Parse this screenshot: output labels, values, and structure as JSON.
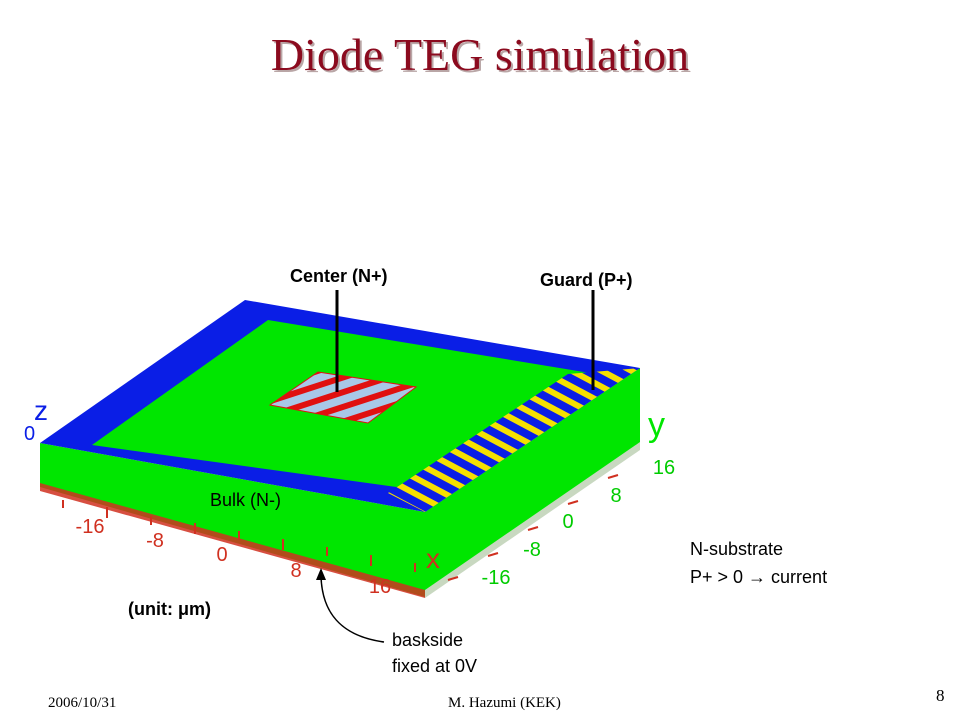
{
  "slide": {
    "title": "Diode TEG simulation",
    "date": "2006/10/31",
    "author": "M. Hazumi (KEK)",
    "page_number": "8"
  },
  "diagram": {
    "labels": {
      "center": "Center (N+)",
      "guard": "Guard (P+)",
      "bulk": "Bulk (N-)",
      "unit": "(unit: μm)",
      "backside_line1": "baskside",
      "backside_line2": "fixed at 0V",
      "note_line1": "N-substrate",
      "note_line2": "P+ > 0 → current"
    },
    "axes": {
      "x_name": "x",
      "y_name": "y",
      "z_name": "z",
      "z_tick": "0",
      "x_ticks": [
        "-16",
        "-8",
        "0",
        "8",
        "16"
      ],
      "y_ticks": [
        "-16",
        "-8",
        "0",
        "8",
        "16"
      ]
    },
    "colors": {
      "bulk_green": "#00e600",
      "guard_blue": "#0a1ee6",
      "stripe_yellow": "#f5e000",
      "stripe_red": "#e01010",
      "stripe_light_blue": "#a8c8e8",
      "axis_red": "#d03020",
      "title_red": "#8b0a1e"
    }
  }
}
